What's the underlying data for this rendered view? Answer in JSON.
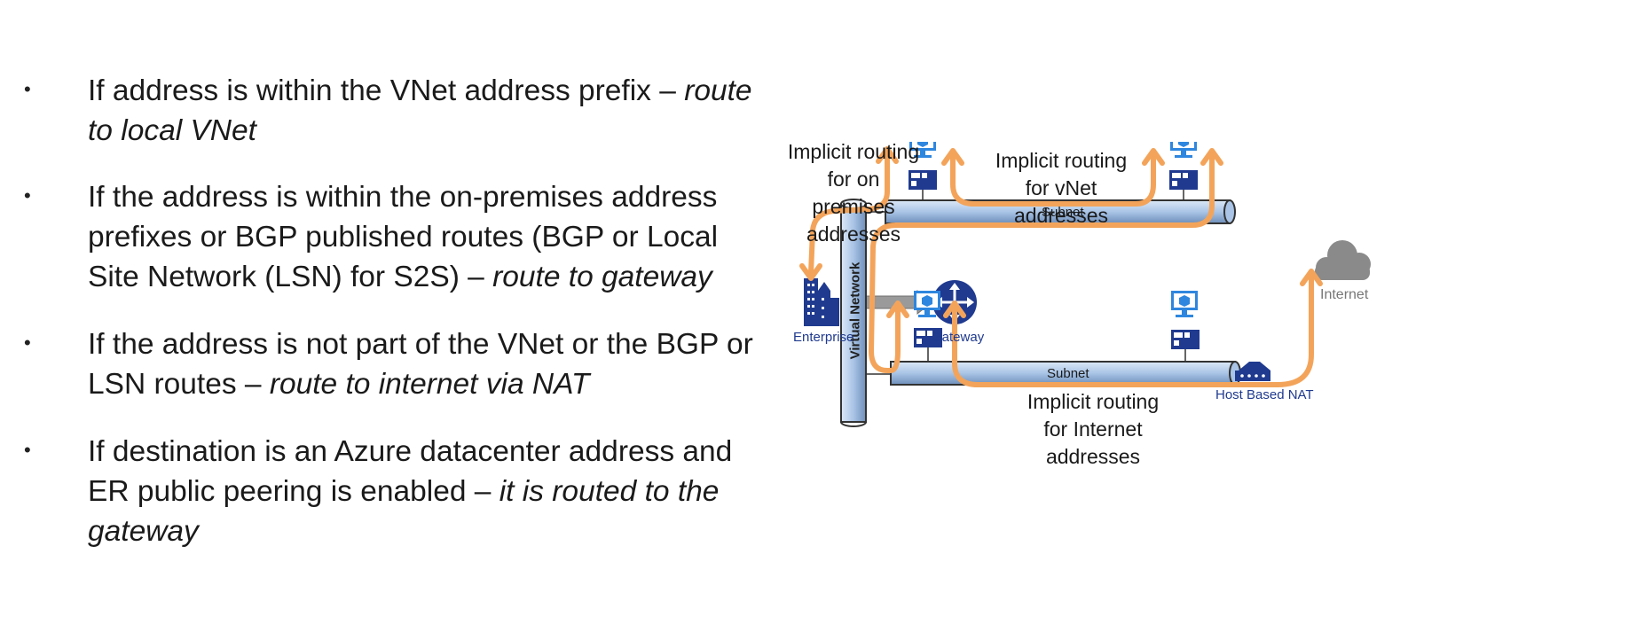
{
  "bullets": [
    {
      "plain": "If address is within the VNet address prefix – ",
      "italic": "route to local VNet"
    },
    {
      "plain": "If the address is within the on-premises address prefixes or BGP published routes (BGP or Local Site Network (LSN) for S2S) – ",
      "italic": "route to gateway"
    },
    {
      "plain": "If the address is not part of the VNet or the BGP or LSN routes – ",
      "italic": "route to internet via NAT"
    },
    {
      "plain": "If destination is an Azure datacenter address and ER public peering is enabled – ",
      "italic": "it is routed to the gateway"
    }
  ],
  "bullet_symbol": "•",
  "diagram": {
    "labels": {
      "onprem": "Implicit routing for on premises addresses",
      "vnet": "Implicit routing for vNet addresses",
      "internet": "Implicit routing for Internet addresses"
    },
    "subnet_top": "Subnet",
    "subnet_bottom": "Subnet",
    "virtual_network": "Virtual Network",
    "enterprise": "Enterprise",
    "gateway": "Gateway",
    "host_nat": "Host Based NAT",
    "internet": "Internet"
  },
  "colors": {
    "route_orange": "#f3a45a",
    "pipe_blue": "#a9c4e6",
    "pipe_outline": "#333333",
    "gateway_blue": "#1f3a8f",
    "cloud_gray": "#8a8a8a",
    "monitor_blue": "#2e86de"
  }
}
